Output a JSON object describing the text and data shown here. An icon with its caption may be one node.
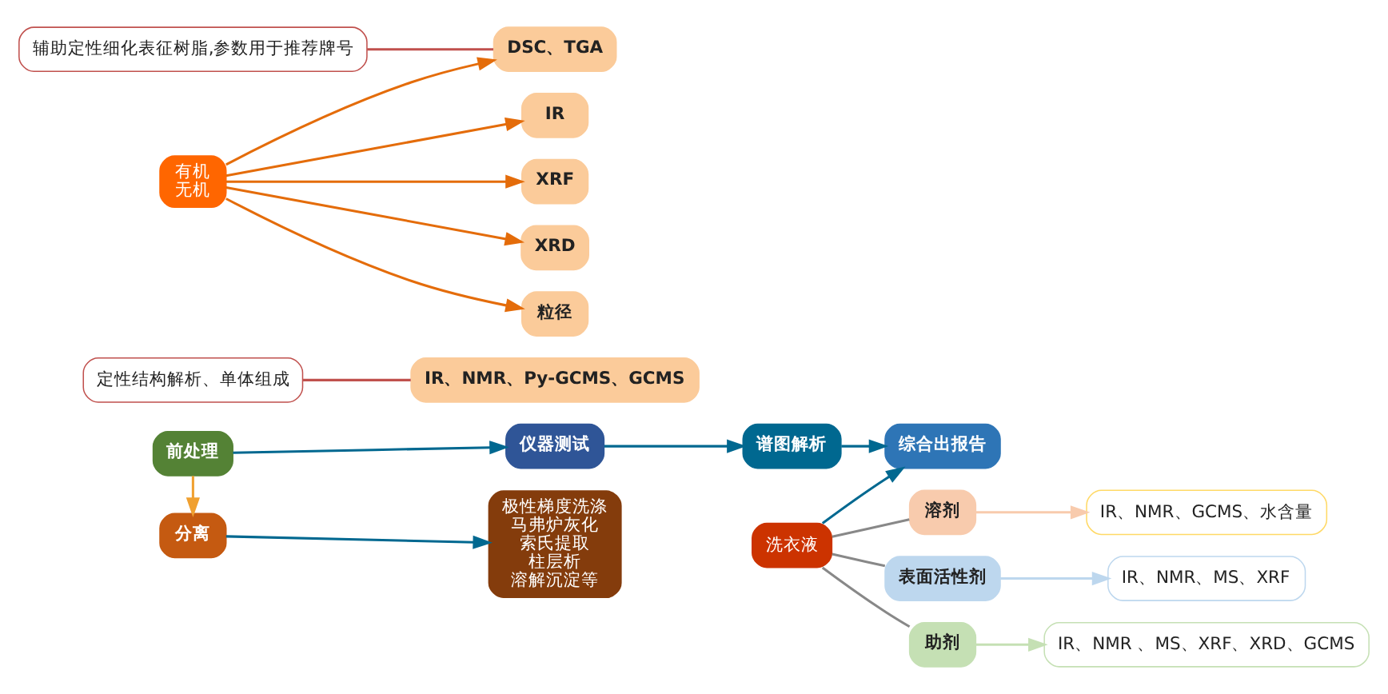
{
  "diagram": {
    "nodes": [
      {
        "text": [
          "前处理"
        ]
      },
      {
        "text": [
          "仪器测试"
        ]
      },
      {
        "text": [
          "谱图解析"
        ]
      },
      {
        "text": [
          "综合出报告"
        ]
      },
      {
        "text": [
          "洗衣液"
        ]
      },
      {
        "text": [
          "溶剂"
        ]
      },
      {
        "text": [
          "IR、NMR、GCMS、水含量"
        ]
      },
      {
        "text": [
          "表面活性剂"
        ]
      },
      {
        "text": [
          "IR、NMR、MS、XRF"
        ]
      },
      {
        "text": [
          "助剂"
        ]
      },
      {
        "text": [
          "IR、NMR 、MS、XRF、XRD、GCMS"
        ]
      },
      {
        "text": [
          "分离"
        ]
      },
      {
        "text": [
          "极性梯度洗涤",
          "马弗炉灰化",
          "索氏提取",
          "柱层析",
          "溶解沉淀等"
        ]
      },
      {
        "text": [
          "IR、NMR、Py-GCMS、GCMS"
        ]
      },
      {
        "text": [
          "DSC、TGA"
        ]
      },
      {
        "text": [
          "有机",
          "无机"
        ]
      },
      {
        "text": [
          "IR"
        ]
      },
      {
        "text": [
          "XRF"
        ]
      },
      {
        "text": [
          "XRD"
        ]
      },
      {
        "text": [
          "粒径"
        ]
      },
      {
        "text": [
          "定性结构解析、单体组成"
        ]
      },
      {
        "text": [
          "辅助定性细化表征树脂,参数用于推荐牌号"
        ]
      }
    ],
    "edges": [
      {
        "from": 0,
        "to": 1,
        "arrow": "to"
      },
      {
        "from": 1,
        "to": 2,
        "arrow": "to"
      },
      {
        "from": 2,
        "to": 3,
        "arrow": "to"
      },
      {
        "from": 4,
        "to": 3,
        "arrow": "to"
      },
      {
        "from": 0,
        "to": 11,
        "arrow": "to",
        "color": "#f0a030"
      },
      {
        "from": 11,
        "to": 12,
        "arrow": "to"
      },
      {
        "from": 4,
        "to": 5,
        "arrow": "none",
        "color": "#888888"
      },
      {
        "from": 4,
        "to": 7,
        "arrow": "none",
        "color": "#888888"
      },
      {
        "from": 4,
        "to": 9,
        "arrow": "none",
        "color": "#888888"
      },
      {
        "from": 5,
        "to": 6,
        "arrow": "to",
        "color": "#f8cbad"
      },
      {
        "from": 7,
        "to": 8,
        "arrow": "to",
        "color": "#bdd7ee"
      },
      {
        "from": 9,
        "to": 10,
        "arrow": "to",
        "color": "#c5e0b4"
      },
      {
        "from": 15,
        "to": 14,
        "arrow": "to",
        "color": "#e46c0a"
      },
      {
        "from": 15,
        "to": 16,
        "arrow": "to",
        "color": "#e46c0a"
      },
      {
        "from": 15,
        "to": 17,
        "arrow": "to",
        "color": "#e46c0a"
      },
      {
        "from": 15,
        "to": 18,
        "arrow": "to",
        "color": "#e46c0a"
      },
      {
        "from": 15,
        "to": 19,
        "arrow": "to",
        "color": "#e46c0a"
      },
      {
        "from": 20,
        "to": 13,
        "arrow": "none",
        "color": "#c0504d"
      },
      {
        "from": 21,
        "to": 14,
        "arrow": "none",
        "color": "#c0504d"
      }
    ]
  }
}
